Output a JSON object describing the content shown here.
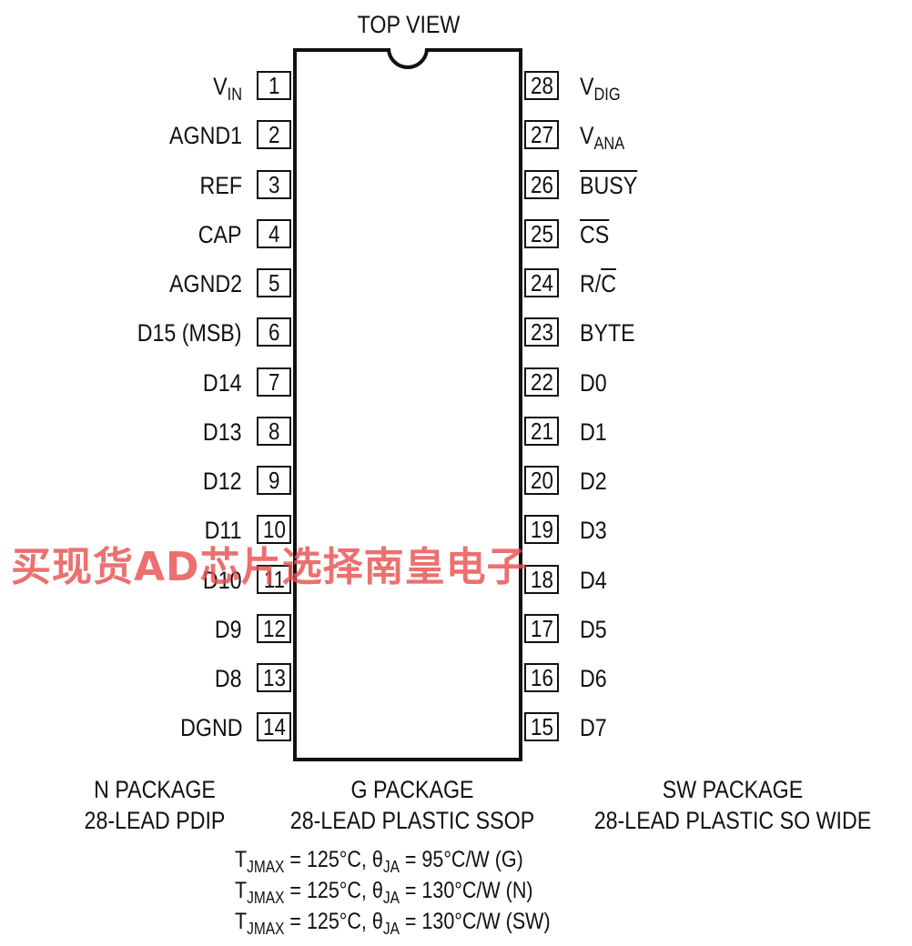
{
  "title": "TOP VIEW",
  "pins_left": [
    {
      "num": "1",
      "name": "V",
      "sub": "IN"
    },
    {
      "num": "2",
      "name": "AGND1"
    },
    {
      "num": "3",
      "name": "REF"
    },
    {
      "num": "4",
      "name": "CAP"
    },
    {
      "num": "5",
      "name": "AGND2"
    },
    {
      "num": "6",
      "name": "D15 (MSB)"
    },
    {
      "num": "7",
      "name": "D14"
    },
    {
      "num": "8",
      "name": "D13"
    },
    {
      "num": "9",
      "name": "D12"
    },
    {
      "num": "10",
      "name": "D11"
    },
    {
      "num": "11",
      "name": "D10"
    },
    {
      "num": "12",
      "name": "D9"
    },
    {
      "num": "13",
      "name": "D8"
    },
    {
      "num": "14",
      "name": "DGND"
    }
  ],
  "pins_right": [
    {
      "num": "28",
      "name": "V",
      "sub": "DIG"
    },
    {
      "num": "27",
      "name": "V",
      "sub": "ANA"
    },
    {
      "num": "26",
      "name": "BUSY",
      "overline": true
    },
    {
      "num": "25",
      "name": "CS",
      "overline": true
    },
    {
      "num": "24",
      "name": "R/",
      "suffix_overline": "C"
    },
    {
      "num": "23",
      "name": "BYTE"
    },
    {
      "num": "22",
      "name": "D0"
    },
    {
      "num": "21",
      "name": "D1"
    },
    {
      "num": "20",
      "name": "D2"
    },
    {
      "num": "19",
      "name": "D3"
    },
    {
      "num": "18",
      "name": "D4"
    },
    {
      "num": "17",
      "name": "D5"
    },
    {
      "num": "16",
      "name": "D6"
    },
    {
      "num": "15",
      "name": "D7"
    }
  ],
  "packages": [
    {
      "name": "N PACKAGE",
      "desc": "28-LEAD PDIP"
    },
    {
      "name": "G PACKAGE",
      "desc": "28-LEAD PLASTIC SSOP"
    },
    {
      "name": "SW PACKAGE",
      "desc": "28-LEAD PLASTIC SO WIDE"
    }
  ],
  "thermal": [
    {
      "t": "T",
      "tsub": "JMAX",
      "tval": " = 125°C, ",
      "theta": "θ",
      "thsub": "JA",
      "thval": " = 95°C/W (G)"
    },
    {
      "t": "T",
      "tsub": "JMAX",
      "tval": " = 125°C, ",
      "theta": "θ",
      "thsub": "JA",
      "thval": " = 130°C/W (N)"
    },
    {
      "t": "T",
      "tsub": "JMAX",
      "tval": " = 125°C, ",
      "theta": "θ",
      "thsub": "JA",
      "thval": " = 130°C/W (SW)"
    }
  ],
  "watermark": "买现货AD芯片选择南皇电子"
}
